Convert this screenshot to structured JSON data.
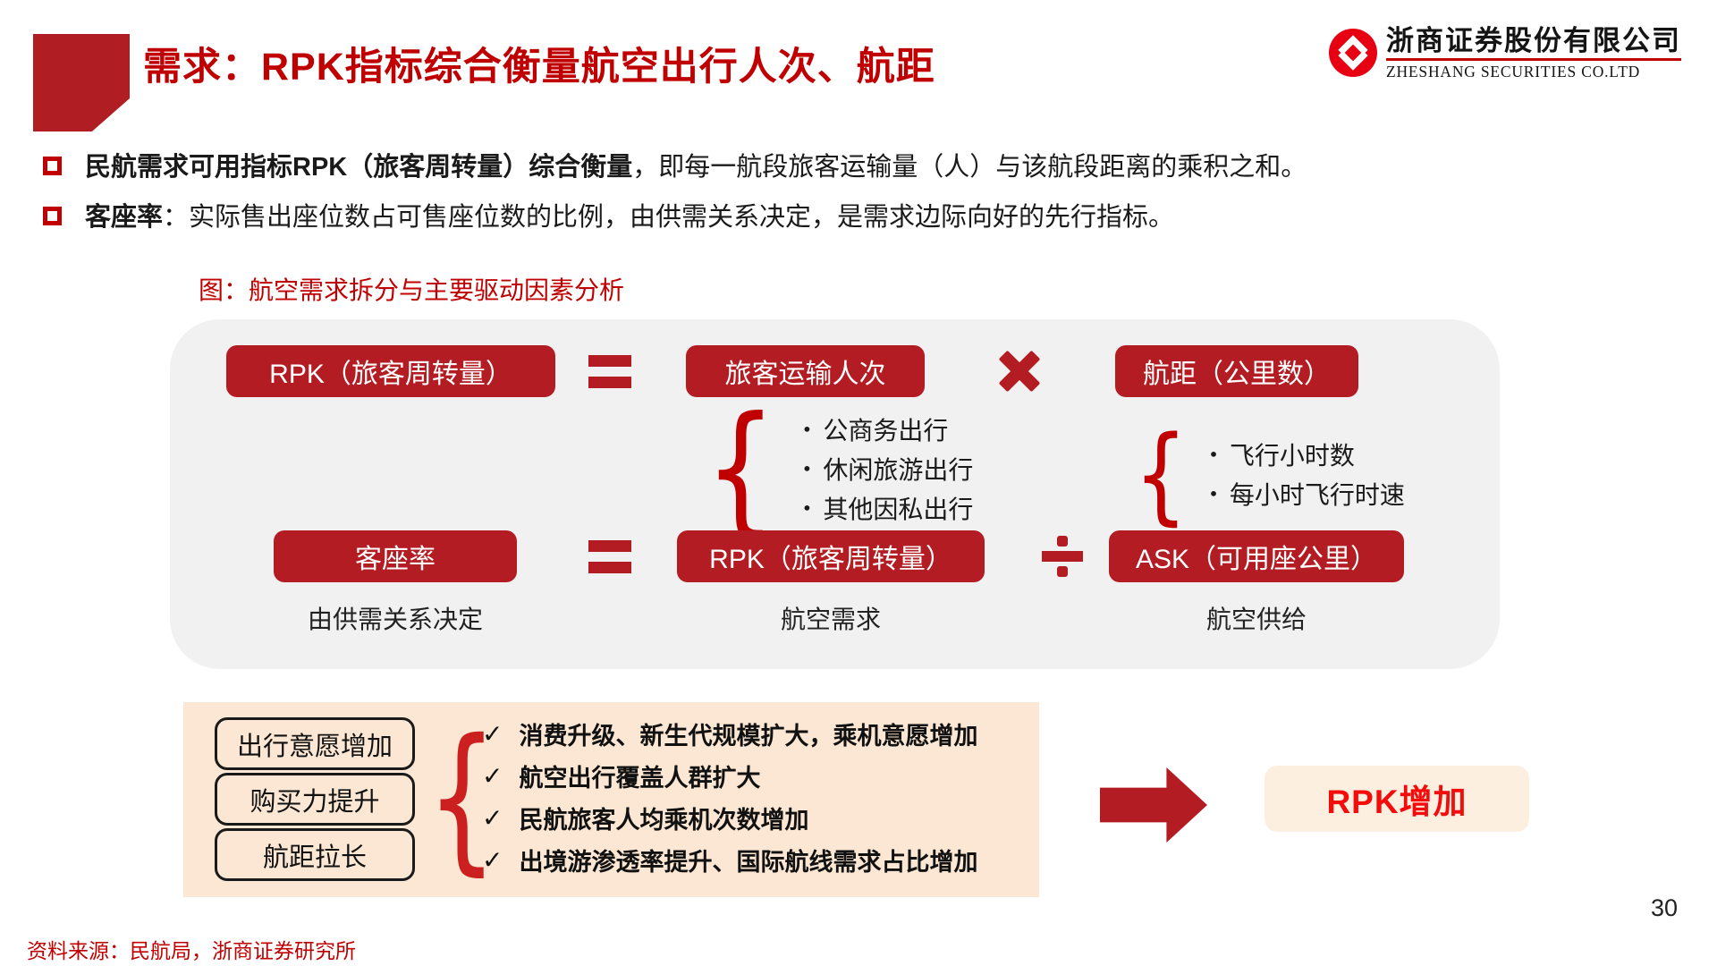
{
  "slide": {
    "title": "需求：RPK指标综合衡量航空出行人次、航距",
    "page_number": "30",
    "source": "资料来源：民航局，浙商证券研究所",
    "logo": {
      "company_cn": "浙商证券股份有限公司",
      "company_en": "ZHESHANG SECURITIES CO.LTD"
    },
    "bullets": [
      {
        "lead": "民航需求可用指标RPK（旅客周转量）综合衡量",
        "rest": "，即每一航段旅客运输量（人）与该航段距离的乘积之和。"
      },
      {
        "lead": "客座率",
        "rest": "：实际售出座位数占可售座位数的比例，由供需关系决定，是需求边际向好的先行指标。"
      }
    ],
    "figure_caption": "图：航空需求拆分与主要驱动因素分析",
    "diagram": {
      "bullet_glyph": "•",
      "brace_glyph": "{",
      "row1": {
        "result_box": "RPK（旅客周转量）",
        "op_equals": "=",
        "box_passengers": "旅客运输人次",
        "op_times": "×",
        "box_distance": "航距（公里数）",
        "passenger_drivers": [
          "公商务出行",
          "休闲旅游出行",
          "其他因私出行"
        ],
        "distance_drivers": [
          "飞行小时数",
          "每小时飞行时速"
        ]
      },
      "row2": {
        "box_loadfactor": "客座率",
        "op_equals": "=",
        "box_rpk": "RPK（旅客周转量）",
        "op_divide": "÷",
        "box_ask": "ASK（可用座公里）",
        "note_loadfactor": "由供需关系决定",
        "note_rpk": "航空需求",
        "note_ask": "航空供给"
      }
    },
    "drivers_panel": {
      "factor_boxes": [
        "出行意愿增加",
        "购买力提升",
        "航距拉长"
      ],
      "check_glyph": "✓",
      "checklist": [
        "消费升级、新生代规模扩大，乘机意愿增加",
        "航空出行覆盖人群扩大",
        "民航旅客人均乘机次数增加",
        "出境游渗透率提升、国际航线需求占比增加"
      ],
      "result_box": "RPK增加"
    },
    "colors": {
      "dark_red": "#B21C22",
      "title_red": "#C00000",
      "bright_red": "#F40B0B",
      "logo_red": "#E60012",
      "panel_orange": "#FBE7D3",
      "result_orange": "#FDEFE0",
      "gray_bg": "#F1F1F1"
    }
  }
}
